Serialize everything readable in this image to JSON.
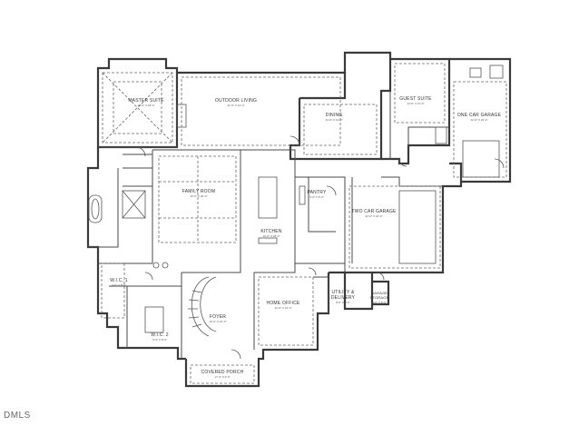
{
  "rooms": {
    "master_suite": {
      "name": "MASTER SUITE",
      "dims": "16'-0\" X 18'-0\""
    },
    "outdoor_living": {
      "name": "OUTDOOR LIVING",
      "dims": "21'-0\" X 12'-0\""
    },
    "dining": {
      "name": "DINING",
      "dims": "14'-0\" X 13'-0\""
    },
    "guest_suite": {
      "name": "GUEST SUITE",
      "dims": "14'-0\" X 14'-0\""
    },
    "one_car_garage": {
      "name": "ONE CAR GARAGE",
      "dims": "12'-0\" X 24'-0\""
    },
    "family_room": {
      "name": "FAMILY ROOM",
      "dims": "20'-0\" X 20'-0\""
    },
    "pantry": {
      "name": "PANTRY",
      "dims": "6'-0\" X 6'-0\""
    },
    "two_car_garage": {
      "name": "TWO CAR GARAGE",
      "dims": "22'-0\" X 24'-0\""
    },
    "kitchen": {
      "name": "KITCHEN",
      "dims": "16'-0\" X 18'-0\""
    },
    "wic_1": {
      "name": "W.I.C. 1",
      "dims": "9'-0\" X 8'-0\""
    },
    "utility": {
      "name": "UTILITY &",
      "name2": "DELIVERY",
      "dims": "8'-0\" X 9'-0\""
    },
    "garage_storage": {
      "name": "GARAGE",
      "name2": "STORAGE",
      "dims": "4'-0\" X 8'-0\""
    },
    "foyer": {
      "name": "FOYER",
      "dims": "12'-0\" X 16'-0\""
    },
    "home_office": {
      "name": "HOME OFFICE",
      "dims": "12'-0\" X 14'-0\""
    },
    "wic_2": {
      "name": "W.I.C. 2",
      "dims": "9'-0\" X 8'-0\""
    },
    "covered_porch": {
      "name": "COVERED PORCH",
      "dims": "17'-0\" X 6'-0\""
    }
  },
  "watermark": "DMLS"
}
